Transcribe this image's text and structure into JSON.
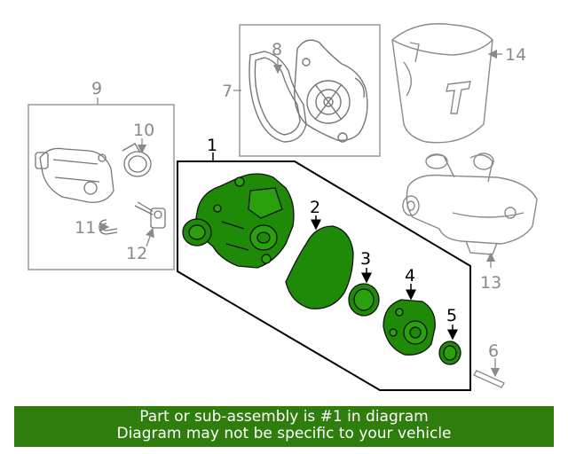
{
  "callouts": {
    "c1": "1",
    "c2": "2",
    "c3": "3",
    "c4": "4",
    "c5": "5",
    "c6": "6",
    "c7": "7",
    "c8": "8",
    "c9": "9",
    "c10": "10",
    "c11": "11",
    "c12": "12",
    "c13": "13",
    "c14": "14"
  },
  "banner": {
    "line1": "Part or sub-assembly is #1 in diagram",
    "line2": "Diagram may not be specific to your vehicle"
  },
  "colors": {
    "highlight": "#1f8a07",
    "banner": "#2f7d0c",
    "line": "#8a8a8a",
    "ink": "#000000"
  }
}
